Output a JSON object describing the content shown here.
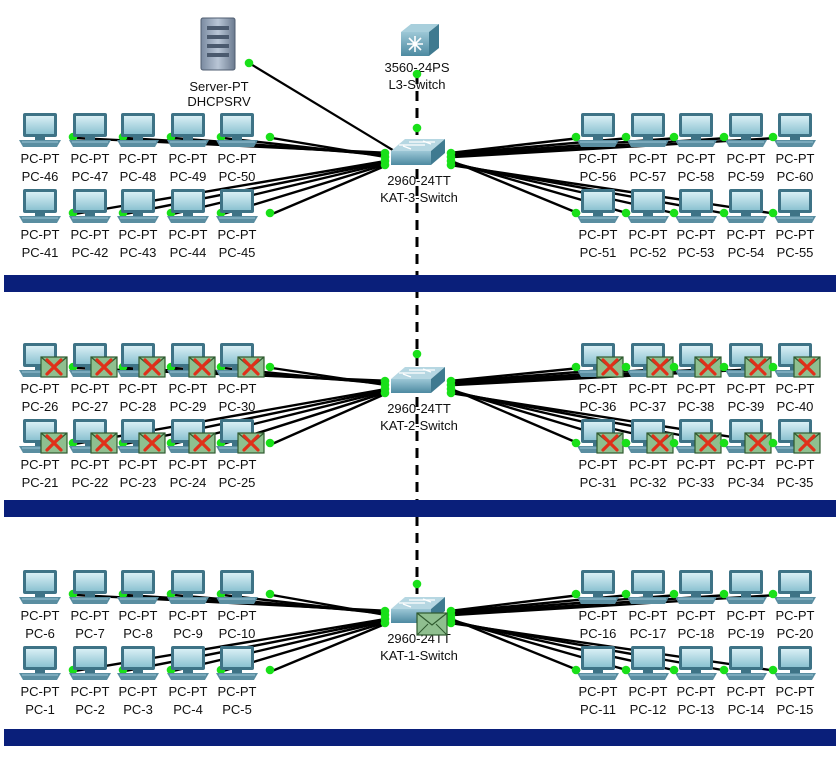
{
  "colors": {
    "background": "#ffffff",
    "floor_bar": "#0a1f7a",
    "link": "#000000",
    "link_dot": "#19e019",
    "pc_body": "#4a7f93",
    "pc_screen": "#b8dde6",
    "switch_body": "#6aa0b5",
    "error_envelope": "#8fbf8f",
    "error_cross": "#e0301a"
  },
  "server": {
    "type": "Server-PT",
    "name": "DHCPSRV",
    "icon": "server-tower-icon"
  },
  "core_switch": {
    "type": "3560-24PS",
    "name": "L3-Switch",
    "icon": "multilayer-switch-icon"
  },
  "floors": [
    {
      "switch": {
        "type": "2960-24TT",
        "name": "KAT-3-Switch",
        "icon": "switch-icon"
      },
      "status": "normal",
      "left_top": [
        "PC-46",
        "PC-47",
        "PC-48",
        "PC-49",
        "PC-50"
      ],
      "left_bottom": [
        "PC-41",
        "PC-42",
        "PC-43",
        "PC-44",
        "PC-45"
      ],
      "right_top": [
        "PC-56",
        "PC-57",
        "PC-58",
        "PC-59",
        "PC-60"
      ],
      "right_bottom": [
        "PC-51",
        "PC-52",
        "PC-53",
        "PC-54",
        "PC-55"
      ]
    },
    {
      "switch": {
        "type": "2960-24TT",
        "name": "KAT-2-Switch",
        "icon": "switch-icon"
      },
      "status": "failed",
      "left_top": [
        "PC-26",
        "PC-27",
        "PC-28",
        "PC-29",
        "PC-30"
      ],
      "left_bottom": [
        "PC-21",
        "PC-22",
        "PC-23",
        "PC-24",
        "PC-25"
      ],
      "right_top": [
        "PC-36",
        "PC-37",
        "PC-38",
        "PC-39",
        "PC-40"
      ],
      "right_bottom": [
        "PC-31",
        "PC-32",
        "PC-33",
        "PC-34",
        "PC-35"
      ]
    },
    {
      "switch": {
        "type": "2960-24TT",
        "name": "KAT-1-Switch",
        "icon": "switch-icon"
      },
      "status": "pdu-at-switch",
      "left_top": [
        "PC-6",
        "PC-7",
        "PC-8",
        "PC-9",
        "PC-10"
      ],
      "left_bottom": [
        "PC-1",
        "PC-2",
        "PC-3",
        "PC-4",
        "PC-5"
      ],
      "right_top": [
        "PC-16",
        "PC-17",
        "PC-18",
        "PC-19",
        "PC-20"
      ],
      "right_bottom": [
        "PC-11",
        "PC-12",
        "PC-13",
        "PC-14",
        "PC-15"
      ]
    }
  ],
  "pc_type": "PC-PT",
  "pc_icon": "desktop-pc-icon",
  "error_icon": "failed-pdu-envelope-icon",
  "pdu_icon": "pdu-envelope-icon"
}
